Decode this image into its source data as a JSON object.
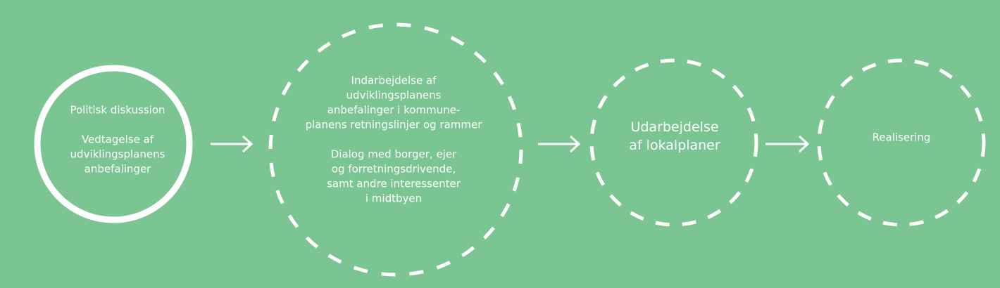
{
  "colors": {
    "background": "#7ac591",
    "stroke": "#ffffff",
    "text": "#ffffff"
  },
  "steps": [
    {
      "id": "step-1",
      "style": "solid",
      "paragraphs": [
        [
          "Politisk diskussion"
        ],
        [
          "Vedtagelse af",
          "udviklingsplanens",
          "anbefalinger"
        ]
      ]
    },
    {
      "id": "step-2",
      "style": "dashed",
      "paragraphs": [
        [
          "Indarbejdelse af",
          "udviklingsplanens",
          "anbefalinger i kommune-",
          "planens retningslinjer og rammer"
        ],
        [
          "Dialog med borger, ejer",
          "og forretningsdrivende,",
          "samt andre interessenter",
          "i midtbyen"
        ]
      ]
    },
    {
      "id": "step-3",
      "style": "dashed",
      "paragraphs": [
        [
          "Udarbejdelse",
          "af lokalplaner"
        ]
      ]
    },
    {
      "id": "step-4",
      "style": "dashed",
      "paragraphs": [
        [
          "Realisering"
        ]
      ]
    }
  ],
  "text": {
    "s1": {
      "l1": "Politisk diskussion",
      "l2": "Vedtagelse af",
      "l3": "udviklingsplanens",
      "l4": "anbefalinger"
    },
    "s2": {
      "l1": "Indarbejdelse af",
      "l2": "udviklingsplanens",
      "l3": "anbefalinger i kommune-",
      "l4": "planens retningslinjer og rammer",
      "l5": "Dialog med borger, ejer",
      "l6": "og forretningsdrivende,",
      "l7": "samt andre interessenter",
      "l8": "i midtbyen"
    },
    "s3": {
      "l1": "Udarbejdelse",
      "l2": "af lokalplaner"
    },
    "s4": {
      "l1": "Realisering"
    }
  },
  "arrows": [
    "arrow-right-icon",
    "arrow-right-icon",
    "arrow-right-icon"
  ]
}
